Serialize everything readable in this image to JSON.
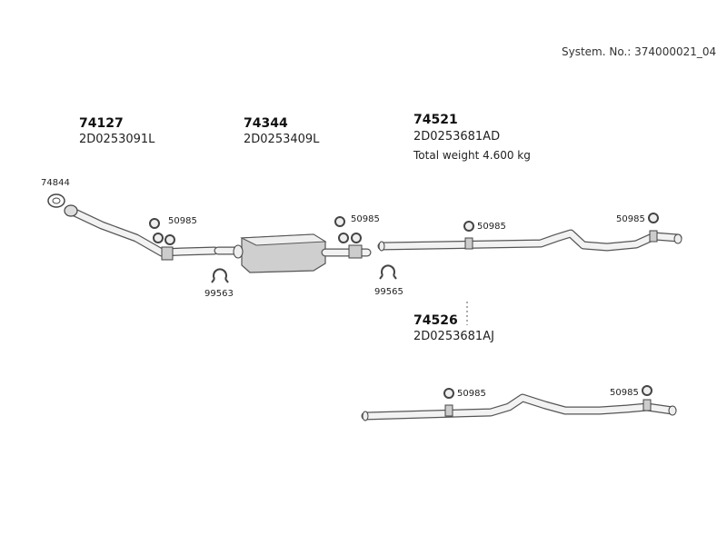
{
  "header": {
    "system_no": "System. No.: 374000021_04"
  },
  "parts": {
    "front_pipe": {
      "number": "74127",
      "oem": "2D0253091L"
    },
    "middle_silencer": {
      "number": "74344",
      "oem": "2D0253409L"
    },
    "rear_pipe": {
      "number": "74521",
      "oem": "2D0253681AD",
      "weight": "Total weight 4.600 kg"
    },
    "alt_rear_pipe": {
      "number": "74526",
      "oem": "2D0253681AJ"
    }
  },
  "small_parts": {
    "gasket": "74844",
    "hanger_1": "50985",
    "hanger_2": "50985",
    "hanger_3": "50985",
    "hanger_4": "50985",
    "hanger_5": "50985",
    "hanger_6": "50985",
    "clamp_1": "99563",
    "clamp_2": "99565"
  }
}
